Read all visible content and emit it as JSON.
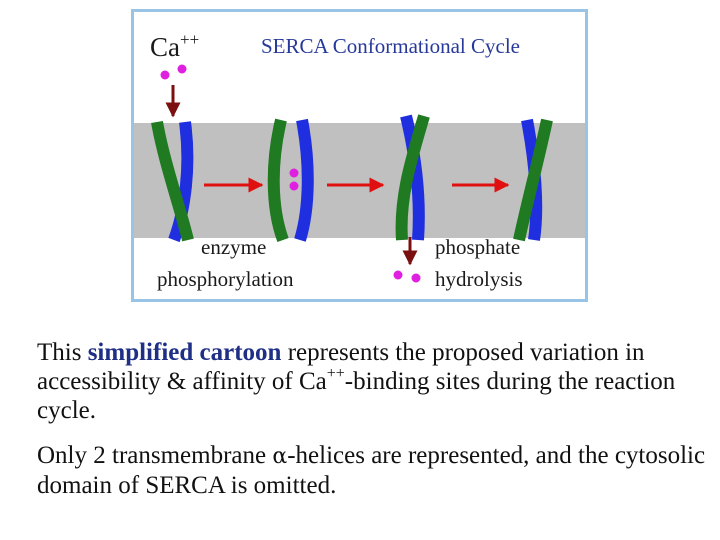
{
  "figure": {
    "ion": {
      "base": "Ca",
      "charge": "++"
    },
    "title": "SERCA Conformational Cycle",
    "labels": {
      "enzyme": "enzyme",
      "phosphorylation": "phosphorylation",
      "phosphate": "phosphate",
      "hydrolysis": "hydrolysis"
    },
    "colors": {
      "frame": "#99c4e6",
      "membrane": "#c0c0c0",
      "helix_green": "#1f7a22",
      "helix_blue": "#1f2fe0",
      "ion_dot": "#e020e0",
      "transition_arrow": "#e01010",
      "ion_arrow": "#7a1010",
      "title": "#26399a"
    }
  },
  "caption": {
    "p1_a": "This ",
    "p1_highlight": "simplified cartoon",
    "p1_b": " represents the proposed variation in accessibility & affinity of Ca",
    "p1_sup": "++",
    "p1_c": "-binding sites during the reaction cycle.",
    "p2_a": "Only 2 transmembrane ",
    "p2_alpha": "α",
    "p2_b": "-helices are represented, and the cytosolic domain of SERCA is omitted."
  }
}
